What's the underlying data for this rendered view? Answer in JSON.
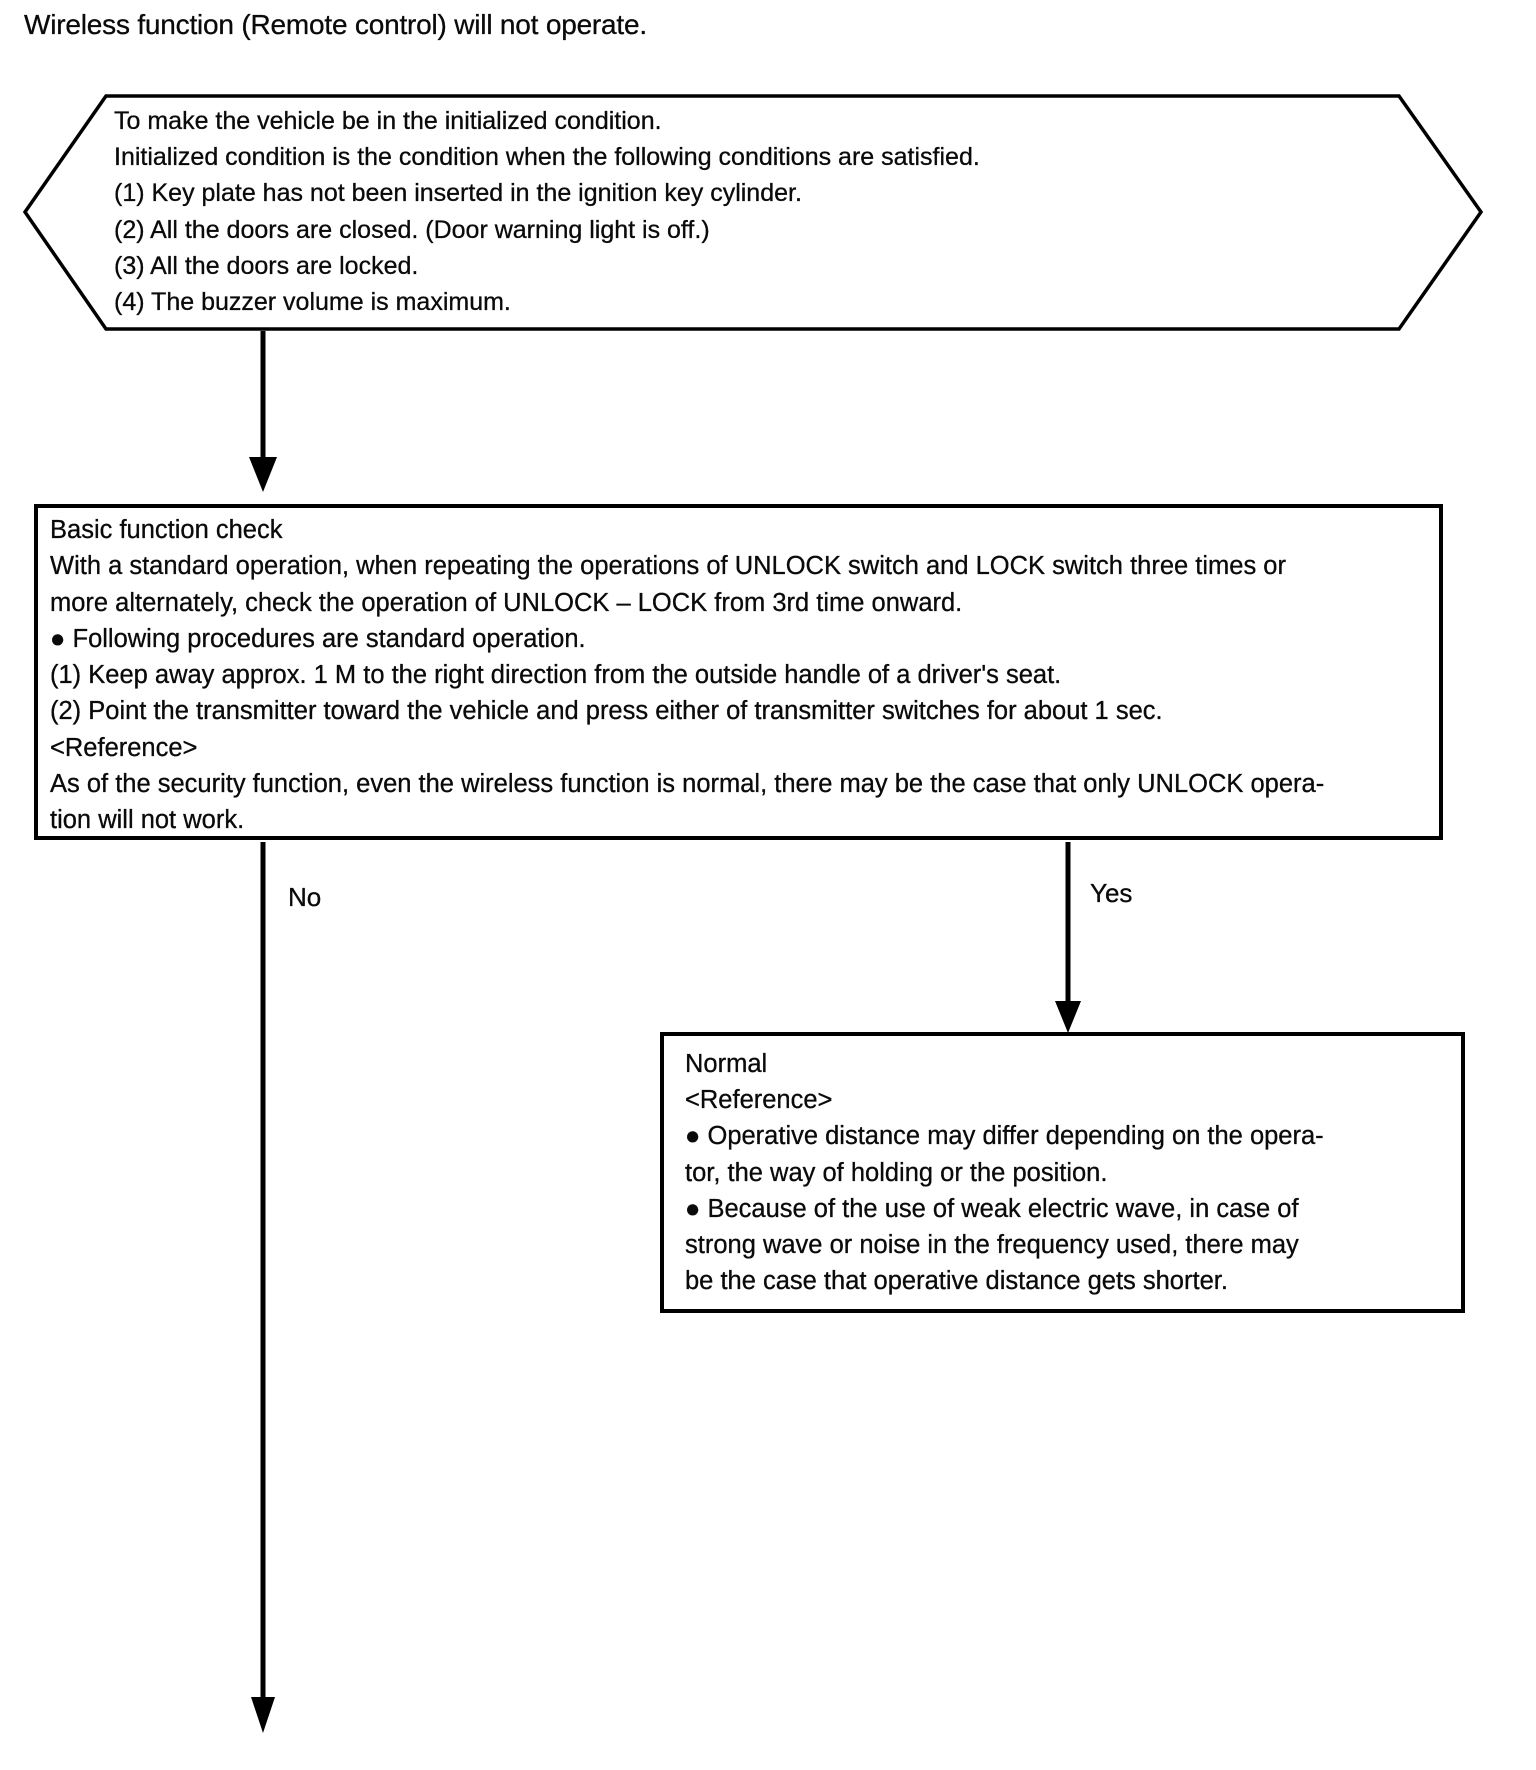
{
  "page": {
    "title": "Wireless function (Remote control) will not operate."
  },
  "colors": {
    "line": "#000000",
    "background": "#ffffff",
    "text": "#0a0a0a"
  },
  "flowchart": {
    "start_terminator": {
      "lines": [
        "To make the vehicle be in the initialized condition.",
        "Initialized condition is the condition when the following conditions are satisfied.",
        "(1) Key plate has not been inserted in the ignition key cylinder.",
        "(2) All the doors are closed. (Door warning light is off.)",
        "(3) All the doors are locked.",
        "(4) The buzzer volume is maximum."
      ]
    },
    "basic_check_box": {
      "lines": [
        "Basic function check",
        "With a standard operation, when repeating the operations of UNLOCK switch and LOCK switch three times or",
        "more alternately, check the operation of UNLOCK – LOCK from 3rd time onward.",
        "● Following procedures are standard operation.",
        "(1) Keep away approx. 1 M to the right direction from the outside handle of a driver's seat.",
        "(2) Point the transmitter toward the vehicle and press either of transmitter switches for about 1 sec.",
        "<Reference>",
        "As of the security function, even the wireless function is normal, there may be the case that only UNLOCK opera-",
        "tion will not work."
      ]
    },
    "branches": {
      "no_label": "No",
      "yes_label": "Yes"
    },
    "normal_box": {
      "lines": [
        "Normal",
        "<Reference>",
        "● Operative distance may differ depending on the opera-",
        "tor, the way of holding or the position.",
        "● Because of the use of weak electric wave, in case of",
        "strong wave or noise in the frequency used, there may",
        "be the case that operative distance gets shorter."
      ]
    }
  }
}
